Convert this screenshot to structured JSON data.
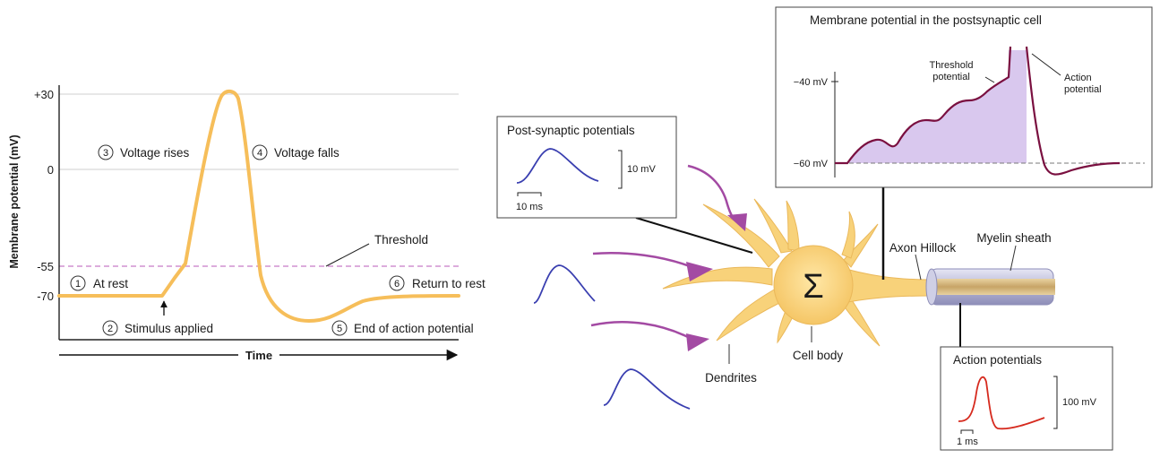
{
  "left_chart": {
    "ylabel": "Membrane potential (mV)",
    "xlabel": "Time",
    "yticks": [
      "+30",
      "0",
      "-55",
      "-70"
    ],
    "threshold_label": "Threshold",
    "stages": [
      {
        "num": "1",
        "label": "At rest"
      },
      {
        "num": "2",
        "label": "Stimulus applied"
      },
      {
        "num": "3",
        "label": "Voltage rises"
      },
      {
        "num": "4",
        "label": "Voltage falls"
      },
      {
        "num": "5",
        "label": "End of action potential"
      },
      {
        "num": "6",
        "label": "Return to rest"
      }
    ],
    "colors": {
      "trace": "#f6be5a",
      "threshold": "#c77ac7",
      "grid": "#cfcfcf"
    }
  },
  "postsynaptic_box": {
    "title": "Post-synaptic potentials",
    "scale_y": "10 mV",
    "scale_x": "10 ms",
    "color": "#3a3fb0"
  },
  "membrane_box": {
    "title": "Membrane potential in  the postsynaptic cell",
    "ytick_top": "−40 mV",
    "ytick_bottom": "−60 mV",
    "label_threshold": [
      "Threshold",
      "potential"
    ],
    "label_action": [
      "Action",
      "potential"
    ],
    "trace_color": "#7a1040",
    "fill_color": "#d9c8ee"
  },
  "action_box": {
    "title": "Action potentials",
    "scale_y": "100 mV",
    "scale_x": "1 ms",
    "color": "#d62a1e"
  },
  "neuron": {
    "symbol": "Σ",
    "labels": {
      "dendrites": "Dendrites",
      "cell_body": "Cell body",
      "axon_hillock": "Axon Hillock",
      "myelin": "Myelin sheath"
    },
    "colors": {
      "cell": "#f8d27a",
      "synapse": "#a34aa3",
      "input_wave": "#3a3fb0"
    }
  }
}
